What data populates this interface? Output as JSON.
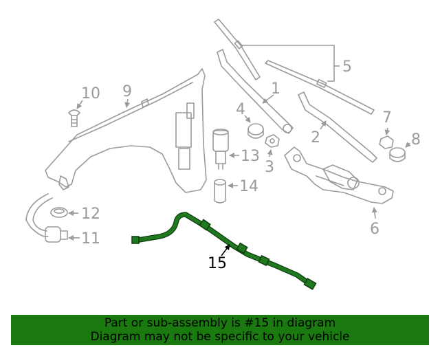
{
  "callouts": {
    "c1": "1",
    "c2": "2",
    "c3": "3",
    "c4": "4",
    "c5": "5",
    "c6": "6",
    "c7": "7",
    "c8": "8",
    "c9": "9",
    "c10": "10",
    "c11": "11",
    "c12": "12",
    "c13": "13",
    "c14": "14",
    "c15": "15"
  },
  "highlighted_part": "15",
  "banner": {
    "line1": "Part or sub-assembly is #15 in diagram",
    "line2": "Diagram may not be specific to your vehicle"
  },
  "colors": {
    "highlight_part": "#1f7a1f",
    "banner_background": "#1a7a0f",
    "line_art": "#9a9a9a"
  }
}
